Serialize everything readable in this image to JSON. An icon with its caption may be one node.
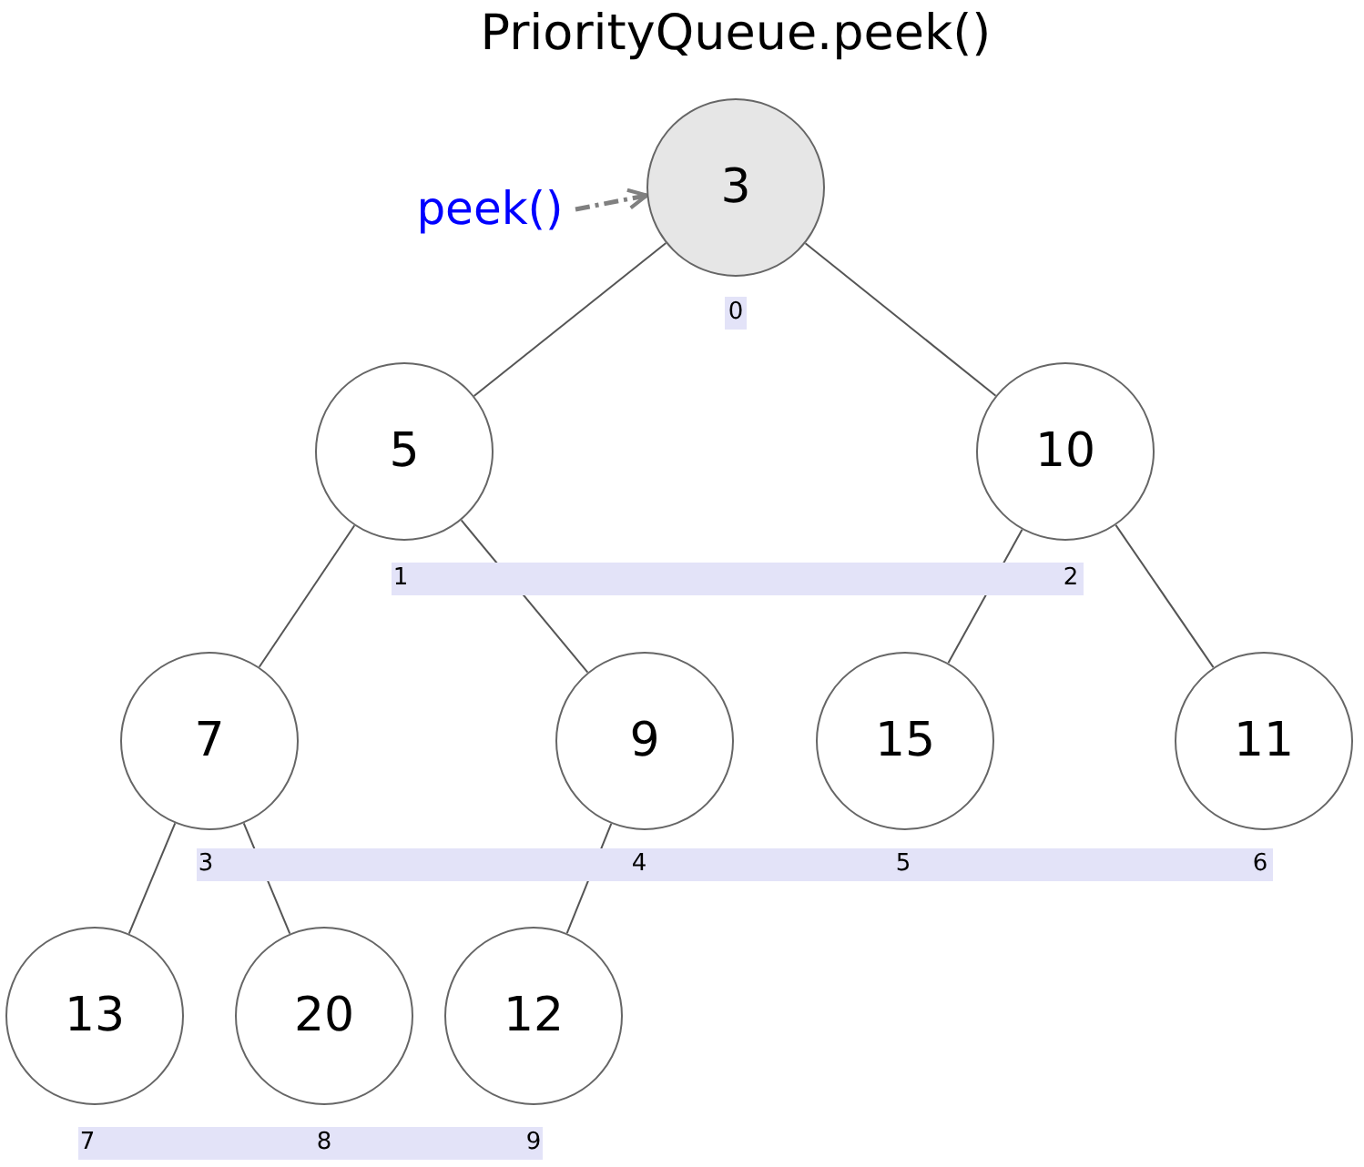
{
  "diagram": {
    "title": "PriorityQueue.peek()",
    "nodes": [
      {
        "text": [
          "peek()"
        ]
      },
      {
        "text": [
          "3"
        ]
      },
      {
        "text": [
          "5"
        ]
      },
      {
        "text": [
          "10"
        ]
      },
      {
        "text": [
          "7"
        ]
      },
      {
        "text": [
          "9"
        ]
      },
      {
        "text": [
          "15"
        ]
      },
      {
        "text": [
          "11"
        ]
      },
      {
        "text": [
          "13"
        ]
      },
      {
        "text": [
          "20"
        ]
      },
      {
        "text": [
          "12"
        ]
      }
    ],
    "edges": [
      {
        "from": 0,
        "to": 1,
        "arrow": "to",
        "style": "dashed",
        "color": "#808080"
      },
      {
        "from": 1,
        "to": 2,
        "arrow": "none"
      },
      {
        "from": 1,
        "to": 3,
        "arrow": "none"
      },
      {
        "from": 2,
        "to": 4,
        "arrow": "none"
      },
      {
        "from": 2,
        "to": 5,
        "arrow": "none"
      },
      {
        "from": 3,
        "to": 6,
        "arrow": "none"
      },
      {
        "from": 3,
        "to": 7,
        "arrow": "none"
      },
      {
        "from": 4,
        "to": 8,
        "arrow": "none"
      },
      {
        "from": 4,
        "to": 9,
        "arrow": "none"
      },
      {
        "from": 5,
        "to": 10,
        "arrow": "none"
      }
    ],
    "labels": [
      "0",
      "1",
      "2",
      "3",
      "4",
      "5",
      "6",
      "7",
      "8",
      "9"
    ]
  }
}
